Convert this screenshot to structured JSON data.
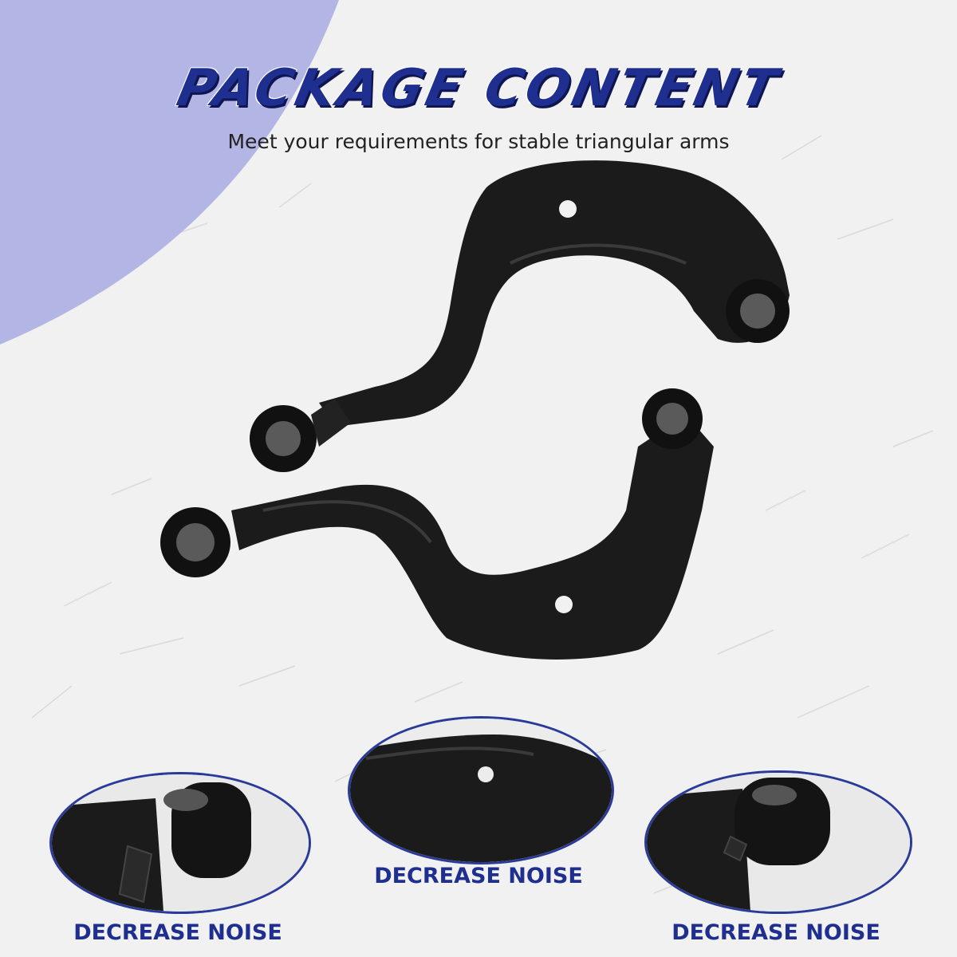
{
  "header": {
    "title": "PACKAGE CONTENT",
    "subtitle": "Meet your requirements for stable triangular arms"
  },
  "details": [
    {
      "caption": "DECREASE NOISE",
      "subject": "bushing-closeup"
    },
    {
      "caption": "DECREASE NOISE",
      "subject": "arm-plate-closeup"
    },
    {
      "caption": "DECREASE NOISE",
      "subject": "bushing-closeup"
    }
  ],
  "colors": {
    "accent": "#1f2f8f",
    "blob": "#b3b6e4",
    "frame": "#2a3a9a",
    "part": "#1b1b1b"
  }
}
